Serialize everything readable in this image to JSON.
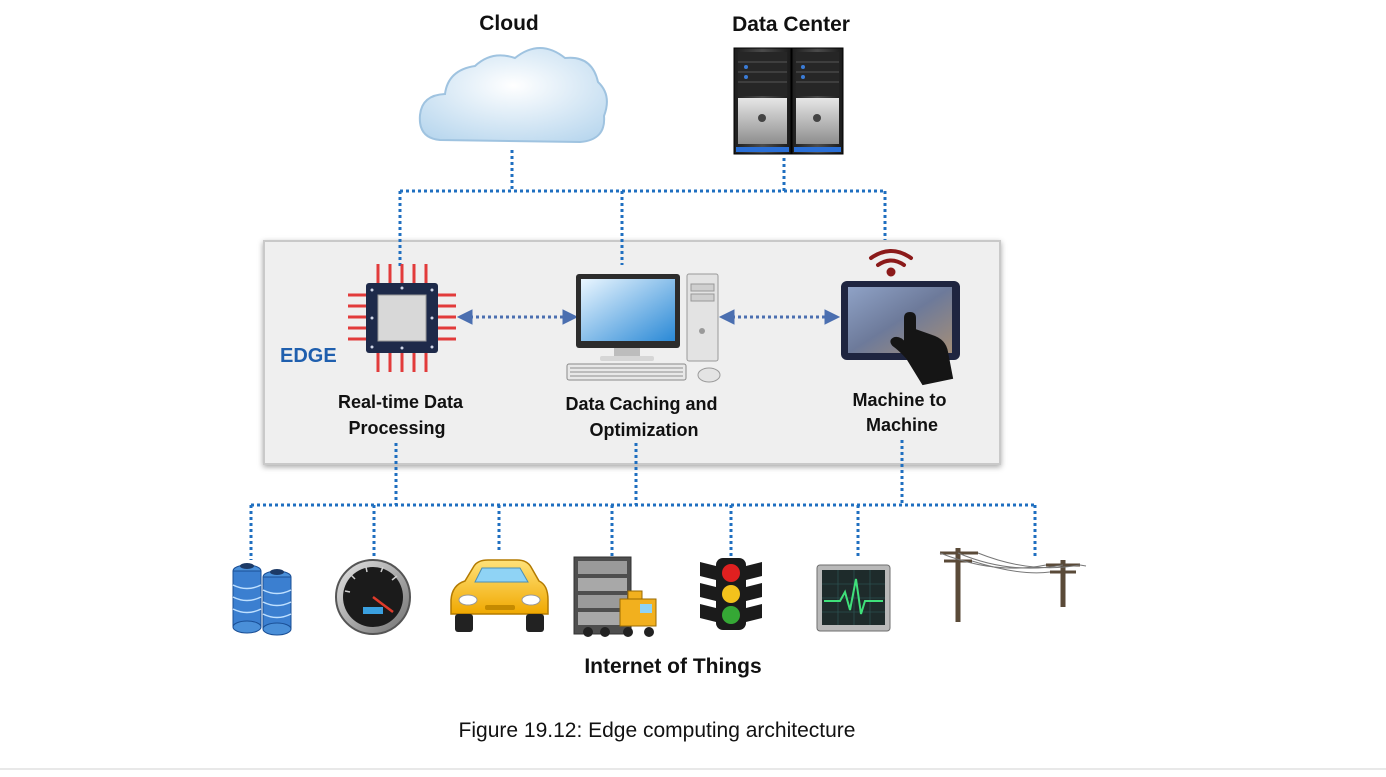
{
  "top": {
    "cloud_label": "Cloud",
    "datacenter_label": "Data Center"
  },
  "edge": {
    "title": "EDGE",
    "items": [
      {
        "label_lines": [
          "Real-time Data",
          "Processing"
        ]
      },
      {
        "label_lines": [
          "Data Caching and",
          "Optimization"
        ]
      },
      {
        "label_lines": [
          "Machine to",
          "Machine"
        ]
      }
    ]
  },
  "iot": {
    "label": "Internet of Things",
    "devices": [
      "storage-coils",
      "speedometer",
      "car",
      "server-truck",
      "traffic-light",
      "heart-monitor",
      "power-poles"
    ]
  },
  "caption": "Figure 19.12: Edge computing architecture",
  "colors": {
    "connector": "#1f6fc0",
    "edge_box_fill": "#efefef",
    "edge_title": "#1f5fae",
    "arrow": "#4b6fb0",
    "wifi": "#8b1a1a"
  }
}
